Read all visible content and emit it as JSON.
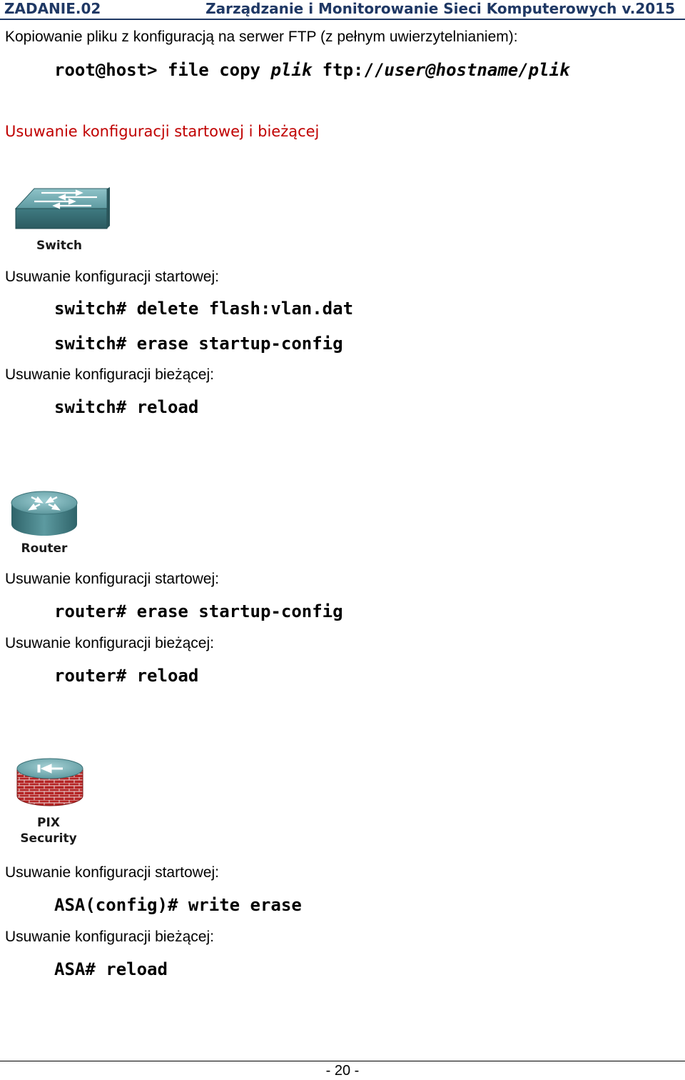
{
  "header": {
    "left": "ZADANIE.02",
    "right": "Zarządzanie i Monitorowanie Sieci Komputerowych v.2015"
  },
  "ftp": {
    "intro": "Kopiowanie pliku z konfiguracją na serwer FTP (z pełnym uwierzytelnianiem):",
    "cmd_a": "root@host> file copy ",
    "cmd_b": "plik",
    "cmd_c": " ftp://",
    "cmd_d": "user@hostname/plik"
  },
  "section_title": "Usuwanie konfiguracji startowej i bieżącej",
  "switch": {
    "icon": "switch-icon",
    "label": "Switch",
    "startup_label": "Usuwanie konfiguracji startowej:",
    "cmd1": "switch# delete flash:vlan.dat",
    "cmd2": "switch# erase startup-config",
    "running_label": "Usuwanie konfiguracji bieżącej:",
    "cmd3": "switch# reload"
  },
  "router": {
    "icon": "router-icon",
    "label": "Router",
    "startup_label": "Usuwanie konfiguracji startowej:",
    "cmd1": "router# erase startup-config",
    "running_label": "Usuwanie konfiguracji bieżącej:",
    "cmd2": "router# reload"
  },
  "pix": {
    "icon": "pix-firewall-icon",
    "label_line1": "PIX",
    "label_line2": "Security",
    "startup_label": "Usuwanie konfiguracji startowej:",
    "cmd1": "ASA(config)# write erase",
    "running_label": "Usuwanie konfiguracji bieżącej:",
    "cmd2": "ASA# reload"
  },
  "footer": {
    "page": "- 20 -"
  },
  "colors": {
    "heading": "#c00000",
    "header": "#1f3864",
    "device_teal": "#4f8c93"
  }
}
